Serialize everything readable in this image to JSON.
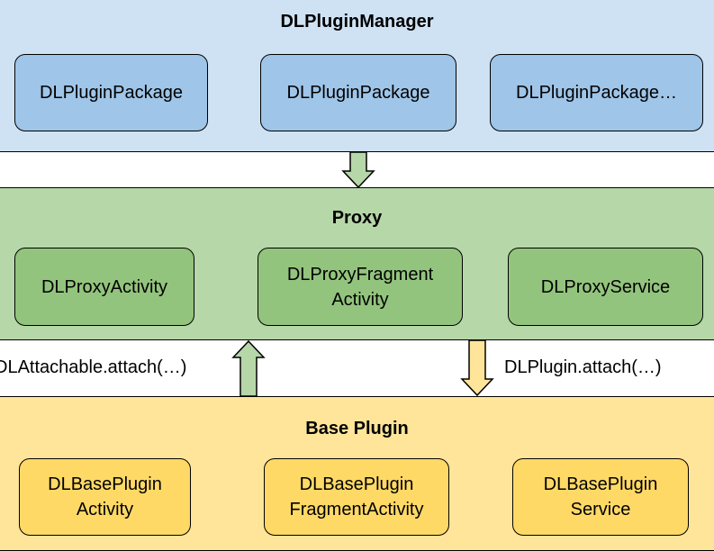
{
  "manager": {
    "title": "DLPluginManager",
    "packages": [
      "DLPluginPackage",
      "DLPluginPackage",
      "DLPluginPackage…"
    ],
    "color": "#cfe2f3",
    "box_color": "#9fc5e8"
  },
  "proxy": {
    "title": "Proxy",
    "components": [
      "DLProxyActivity",
      "DLProxyFragment\nActivity",
      "DLProxyService"
    ],
    "color": "#b6d7a8",
    "box_color": "#93c47d"
  },
  "base_plugin": {
    "title": "Base Plugin",
    "components": [
      "DLBasePlugin\nActivity",
      "DLBasePlugin\nFragmentActivity",
      "DLBasePlugin\nService"
    ],
    "color": "#ffe599",
    "box_color": "#ffd966"
  },
  "calls": {
    "attachable": "DLAttachable.attach(…)",
    "plugin": "DLPlugin.attach(…)"
  }
}
